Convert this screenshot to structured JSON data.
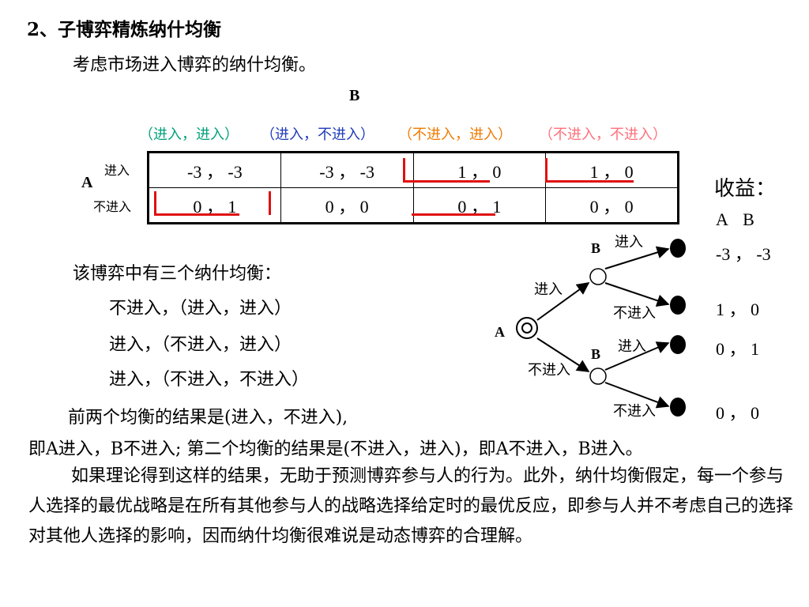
{
  "heading": "2、子博弈精炼纳什均衡",
  "intro": "考虑市场进入博弈的纳什均衡。",
  "matrix": {
    "col_player": "B",
    "row_player": "A",
    "col_strategies": [
      "（进入，进入）",
      "（进入，不进入）",
      "（不进入，进入）",
      "（不进入，不进入）"
    ],
    "row_strategies": [
      "进入",
      "不进入"
    ],
    "cells": [
      [
        "-3 ， -3",
        "-3 ， -3",
        "1 ， 0",
        "1 ， 0"
      ],
      [
        "0 ， 1",
        "0 ， 0",
        "0 ， 1",
        "0 ， 0"
      ]
    ],
    "colors": {
      "col1": "#00a07a",
      "col2": "#1f3ab8",
      "col3": "#f07a00",
      "col4": "#ff6f7a",
      "best_response_mark": "#e01010"
    }
  },
  "payoff_panel": {
    "heading": "收益：",
    "players": "A B",
    "values": [
      "-3 ， -3",
      "1 ， 0",
      "0 ， 1",
      "0 ， 0"
    ]
  },
  "tree": {
    "root": "A",
    "node_b_top": "B",
    "node_b_bottom": "B",
    "a_enter": "进入",
    "a_noenter": "不进入",
    "b_top_enter": "进入",
    "b_top_noenter": "不进入",
    "b_bottom_enter": "进入",
    "b_bottom_noenter": "不进入"
  },
  "text": {
    "nash_head": "该博弈中有三个纳什均衡：",
    "nash_1": "不进入，（进入，进入）",
    "nash_2": "进入，（不进入，进入）",
    "nash_3": "进入，（不进入，不进入）",
    "p1": "前两个均衡的结果是(进入，不进入),",
    "p2": "即A进入，B不进入; 第二个均衡的结果是(不进入，进入)，即A不进入，B进入。",
    "para": "如果理论得到这样的结果，无助于预测博弈参与人的行为。此外，纳什均衡假定，每一个参与人选择的最优战略是在所有其他参与人的战略选择给定时的最优反应，即参与人并不考虑自己的选择对其他人选择的影响，因而纳什均衡很难说是动态博弈的合理解。"
  }
}
